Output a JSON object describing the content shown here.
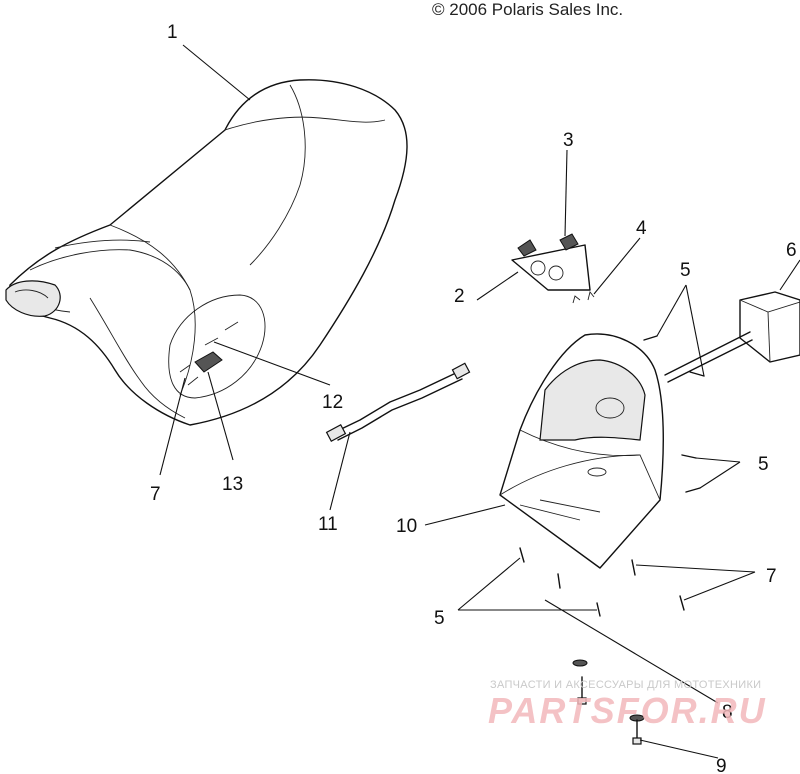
{
  "copyright": "© 2006 Polaris Sales Inc.",
  "callouts": {
    "c1": "1",
    "c2": "2",
    "c3": "3",
    "c4": "4",
    "c5a": "5",
    "c5b": "5",
    "c5c": "5",
    "c6": "6",
    "c7a": "7",
    "c7b": "7",
    "c8": "8",
    "c9": "9",
    "c10": "10",
    "c11": "11",
    "c12": "12",
    "c13": "13"
  },
  "watermark": {
    "caption": "ЗАПЧАСТИ И АКСЕССУАРЫ ДЛЯ МОТОТЕХНИКИ",
    "brand": "PARTSFOR.RU"
  }
}
